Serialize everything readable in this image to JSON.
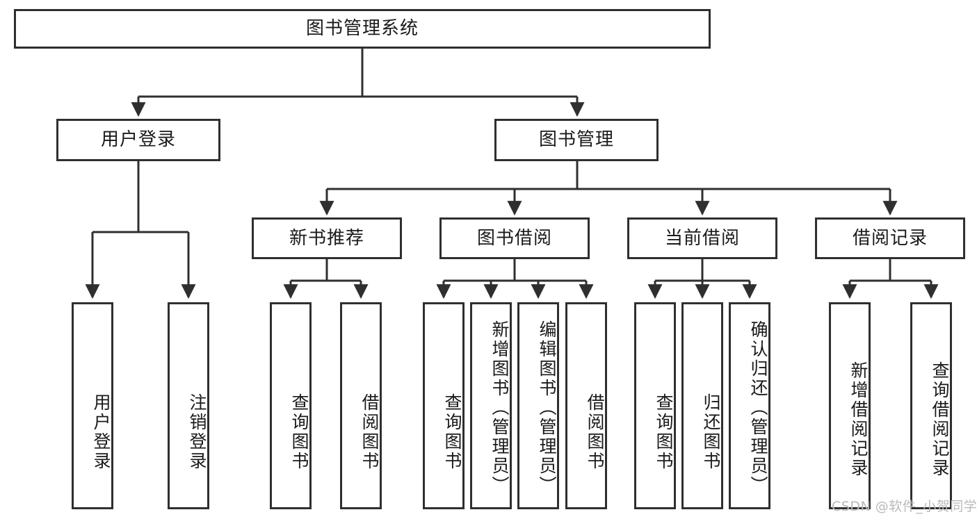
{
  "diagram": {
    "type": "hierarchy-tree",
    "title": "图书管理系统",
    "root": {
      "id": "root",
      "label": "图书管理系统"
    },
    "level2": [
      {
        "id": "user-login",
        "label": "用户登录"
      },
      {
        "id": "book-manage",
        "label": "图书管理"
      }
    ],
    "level3": [
      {
        "id": "new-book-recommend",
        "label": "新书推荐",
        "parent": "book-manage"
      },
      {
        "id": "book-borrow",
        "label": "图书借阅",
        "parent": "book-manage"
      },
      {
        "id": "current-borrow",
        "label": "当前借阅",
        "parent": "book-manage"
      },
      {
        "id": "borrow-record",
        "label": "借阅记录",
        "parent": "book-manage"
      }
    ],
    "leaves": [
      {
        "id": "leaf-user-login",
        "label": "用户登录",
        "parent": "user-login"
      },
      {
        "id": "leaf-logout",
        "label": "注销登录",
        "parent": "user-login"
      },
      {
        "id": "leaf-query-book-1",
        "label": "查询图书",
        "parent": "new-book-recommend"
      },
      {
        "id": "leaf-borrow-book-1",
        "label": "借阅图书",
        "parent": "new-book-recommend"
      },
      {
        "id": "leaf-query-book-2",
        "label": "查询图书",
        "parent": "book-borrow"
      },
      {
        "id": "leaf-add-book",
        "label": "新增图书（管理员）",
        "parent": "book-borrow"
      },
      {
        "id": "leaf-edit-book",
        "label": "编辑图书（管理员）",
        "parent": "book-borrow"
      },
      {
        "id": "leaf-borrow-book-2",
        "label": "借阅图书",
        "parent": "book-borrow"
      },
      {
        "id": "leaf-query-book-3",
        "label": "查询图书",
        "parent": "current-borrow"
      },
      {
        "id": "leaf-return-book",
        "label": "归还图书",
        "parent": "current-borrow"
      },
      {
        "id": "leaf-confirm-return",
        "label": "确认归还（管理员）",
        "parent": "current-borrow"
      },
      {
        "id": "leaf-add-record",
        "label": "新增借阅记录",
        "parent": "borrow-record"
      },
      {
        "id": "leaf-query-record",
        "label": "查询借阅记录",
        "parent": "borrow-record"
      }
    ],
    "colors": {
      "stroke": "#2f2f2f",
      "fill": "#ffffff",
      "text": "#1a1a1a",
      "watermark": "#b9b9b9"
    }
  },
  "watermark": {
    "text": "CSDN @软件_小贺同学"
  }
}
